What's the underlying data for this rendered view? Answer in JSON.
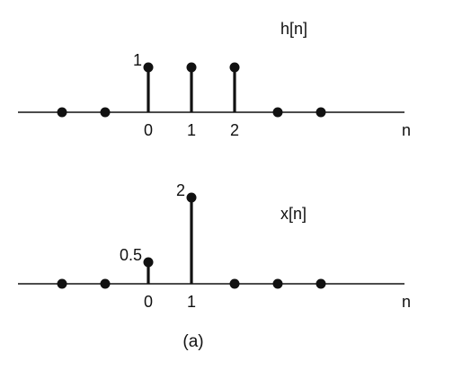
{
  "caption": "(a)",
  "chart_data": [
    {
      "type": "stem",
      "series_label": "h[n]",
      "xlabel": "n",
      "x": [
        -2,
        -1,
        0,
        1,
        2,
        3,
        4
      ],
      "values": [
        0,
        0,
        1,
        1,
        1,
        0,
        0
      ],
      "tick_labels": [
        "0",
        "1",
        "2"
      ],
      "value_labels": [
        {
          "x": 0,
          "text": "1"
        }
      ],
      "ylim": [
        0,
        1
      ]
    },
    {
      "type": "stem",
      "series_label": "x[n]",
      "xlabel": "n",
      "x": [
        -2,
        -1,
        0,
        1,
        2,
        3,
        4
      ],
      "values": [
        0,
        0,
        0.5,
        2,
        0,
        0,
        0
      ],
      "tick_labels": [
        "0",
        "1"
      ],
      "value_labels": [
        {
          "x": 0,
          "text": "0.5"
        },
        {
          "x": 1,
          "text": "2"
        }
      ],
      "ylim": [
        0,
        2
      ]
    }
  ]
}
